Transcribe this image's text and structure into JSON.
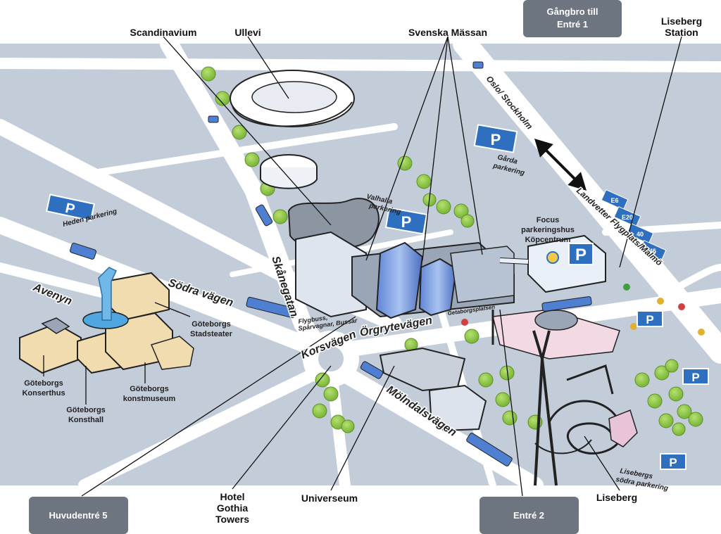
{
  "callouts": {
    "scandinavium": "Scandinavium",
    "ullevi": "Ullevi",
    "svenska_massan": "Svenska Mässan",
    "liseberg_station_1": "Liseberg",
    "liseberg_station_2": "Station",
    "hotel_1": "Hotel",
    "hotel_2": "Gothia",
    "hotel_3": "Towers",
    "universeum": "Universeum",
    "liseberg": "Liseberg"
  },
  "buttons": {
    "gangbro_1": "Gångbro till",
    "gangbro_2": "Entré 1",
    "huvudentre": "Huvudentré 5",
    "entre2": "Entré 2"
  },
  "streets": {
    "skanegatan": "Skånegatan",
    "sodra_vagen": "Södra vägen",
    "orgrytevagen": "Örgrytevägen",
    "korsvagen": "Korsvägen",
    "molndalsvagen": "Mölndalsvägen",
    "avenyn": "Avenyn",
    "oslo_stockholm": "Oslo/ Stockholm",
    "landvetter": "Landvetter Flygplats/Malmö"
  },
  "parking": {
    "symbol": "P",
    "heden": "Heden parkering",
    "garda_1": "Gårda",
    "garda_2": "parkering",
    "valhalla_1": "Valhalla",
    "valhalla_2": "parkering",
    "focus_1": "Focus",
    "focus_2": "parkeringshus",
    "focus_3": "Köpcentrum",
    "liseberg_sodra_1": "Lisebergs",
    "liseberg_sodra_2": "södra parkering"
  },
  "landmarks": {
    "stadsteater_1": "Göteborgs",
    "stadsteater_2": "Stadsteater",
    "konserthus_1": "Göteborgs",
    "konserthus_2": "Konserthus",
    "konsthall_1": "Göteborgs",
    "konsthall_2": "Konsthall",
    "konstmuseum_1": "Göteborgs",
    "konstmuseum_2": "konstmuseum",
    "flygbuss": "Flygbuss,",
    "sparvagnar": "Spårvagnar, Bussar",
    "gotaverken": "Getaborgsplatsen"
  },
  "highways": [
    "E6",
    "E20",
    "40",
    "45"
  ],
  "colors": {
    "road": "#ffffff",
    "block": "#c3ccd9",
    "building_blue": "#8fa8d8",
    "accent_blue": "#2f6fc0",
    "button_gray": "#6d7580",
    "tree": "#8cc540",
    "sandstone": "#f0dcae"
  }
}
